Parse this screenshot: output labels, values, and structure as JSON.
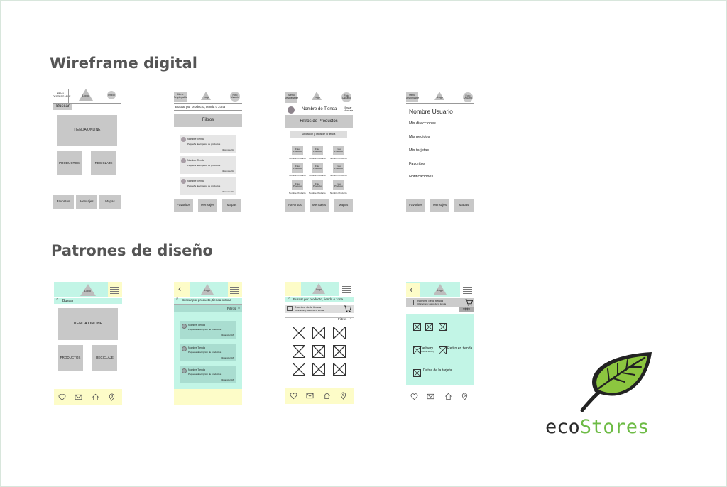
{
  "section1": {
    "title": "Wireframe digital"
  },
  "section2": {
    "title": "Patrones de diseño"
  },
  "wf1": {
    "menu": "MENU DESPLEGABLE",
    "logo": "Logo",
    "user": "USER",
    "search": "Buscar",
    "store": "TIENDA ONLINE",
    "products": "PRODUCTOS",
    "recycle": "RECICLAJE",
    "nav": [
      "Favoritos",
      "Mensajes",
      "Mapas"
    ]
  },
  "wf2": {
    "menu": "Menu Desplegable",
    "logo": "Logo",
    "user": "Foto Usuario",
    "search": "Buscar por producto, tienda o zona",
    "filters": "Filtros",
    "cards": [
      {
        "name": "Nombre Tienda",
        "desc": "Pequeña descripcion de productos",
        "dist": "Distancia KM"
      },
      {
        "name": "Nombre Tienda",
        "desc": "Pequeña descripcion de productos",
        "dist": "Distancia KM"
      },
      {
        "name": "Nombre Tienda",
        "desc": "Pequeña descripcion de productos",
        "dist": "Distancia KM"
      }
    ],
    "nav": [
      "Favoritos",
      "Mensajes",
      "Mapas"
    ]
  },
  "wf3": {
    "menu": "Menu Desplegable",
    "logo": "Logo",
    "user": "Foto Usuario",
    "store": "Nombre de Tienda",
    "send": "Enviar Mensaje",
    "filters": "Filtros de Productos",
    "location": "Ubicacion y datos de la tienda",
    "photo": "Foto Producto",
    "pname": "Nombre Producto",
    "nav": [
      "Favoritos",
      "Mensajes",
      "Mapas"
    ]
  },
  "wf4": {
    "menu": "Menu Desplegable",
    "logo": "Logo",
    "user": "Foto Usuario",
    "name": "Nombre Usuario",
    "items": [
      "Mis direcciones",
      "Mis pedidos",
      "Mis tarjetas",
      "Favoritos",
      "Notificaciones"
    ],
    "nav": [
      "Favoritos",
      "Mensajes",
      "Mapas"
    ]
  },
  "dp1": {
    "logo": "Logo",
    "search": "Buscar",
    "store": "TIENDA ONLINE",
    "products": "PRODUCTOS",
    "recycle": "RECICLAJE"
  },
  "dp2": {
    "logo": "Logo",
    "search": "Buscar por producto, tienda o zona",
    "filters": "Filtros",
    "cards": [
      {
        "name": "Nombre Tienda",
        "desc": "Pequeña descripcion de productos",
        "dist": "Distancia KM"
      },
      {
        "name": "Nombre Tienda",
        "desc": "Pequeña descripcion de productos",
        "dist": "Distancia KM"
      },
      {
        "name": "Nombre Tienda",
        "desc": "Pequeña descripcion de productos",
        "dist": "Distancia KM"
      }
    ]
  },
  "dp3": {
    "logo": "Logo",
    "search": "Buscar por producto, tienda o zona",
    "store": "Nombre de la tienda",
    "storesub": "Ubicacion y datos de la tienda",
    "filters": "Filtros"
  },
  "dp4": {
    "logo": "Logo",
    "store": "Nombre de la tienda",
    "storesub": "Ubicacion y datos de la tienda",
    "price": "$$$$",
    "delivery": "Delivery",
    "deliverysub": "Costo de delivery",
    "pickup": "Retiro en tienda",
    "card": "Datos de la tarjeta"
  },
  "brand": {
    "name1": "eco",
    "name2": "Stores",
    "color_dark": "#2b2b2b",
    "color_green": "#6dbb45"
  },
  "colors": {
    "mint": "#c2f5e6",
    "yellow": "#fdfcc8",
    "grey": "#c8c8c8"
  }
}
